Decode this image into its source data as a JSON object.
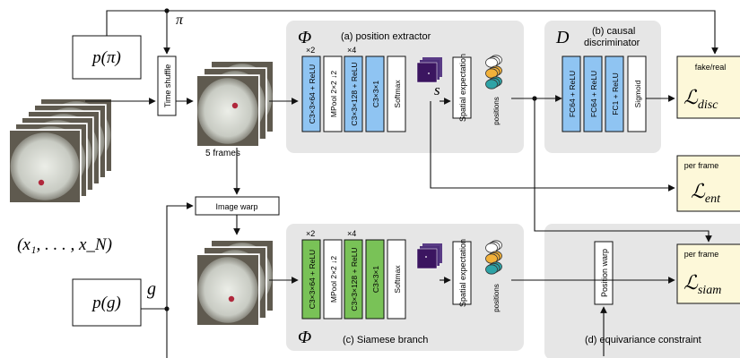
{
  "inputs": {
    "prior_pi": "p(π)",
    "pi_symbol": "π",
    "prior_g": "p(g)",
    "g_symbol": "g",
    "sequence": "(x₁, . . . , x_N)"
  },
  "ops": {
    "time_shuffle": "Time shuffle",
    "frames_caption": "5 frames",
    "image_warp": "Image warp",
    "position_warp": "Position warp"
  },
  "extractor": {
    "symbol": "Φ",
    "title": "(a) position extractor",
    "rep1": "×2",
    "rep2": "×4",
    "layers": [
      "C3×3×64 + ReLU",
      "MPool 2×2 ↓2",
      "C3×3×128 + ReLU",
      "C3×3×1",
      "Softmax"
    ],
    "s_symbol": "s",
    "spatial": "Spatial expectation",
    "positions": "positions"
  },
  "siamese": {
    "symbol": "Φ",
    "title": "(c) Siamese branch",
    "rep1": "×2",
    "rep2": "×4",
    "layers": [
      "C3×3×64 + ReLU",
      "MPool 2×2 ↓2",
      "C3×3×128 + ReLU",
      "C3×3×1",
      "Softmax"
    ],
    "spatial": "Spatial expectation",
    "positions": "positions"
  },
  "discriminator": {
    "symbol": "D",
    "title_line1": "(b) causal",
    "title_line2": "discriminator",
    "layers": [
      "FC64 + ReLU",
      "FC64 + ReLU",
      "FC1 + ReLU",
      "Sigmoid"
    ]
  },
  "equivariance": {
    "title": "(d) equivariance constraint"
  },
  "losses": {
    "disc": {
      "tag": "fake/real",
      "symbol": "ℒ",
      "sub": "disc"
    },
    "ent": {
      "tag": "per frame",
      "symbol": "ℒ",
      "sub": "ent"
    },
    "siam": {
      "tag": "per frame",
      "symbol": "ℒ",
      "sub": "siam"
    }
  },
  "colors": {
    "panel": "#e6e6e6",
    "blue": "#8fc4f2",
    "green": "#79c257",
    "loss": "#fdf8d9",
    "dish": "#c9ccc4",
    "heatmap": "#3b1560"
  }
}
